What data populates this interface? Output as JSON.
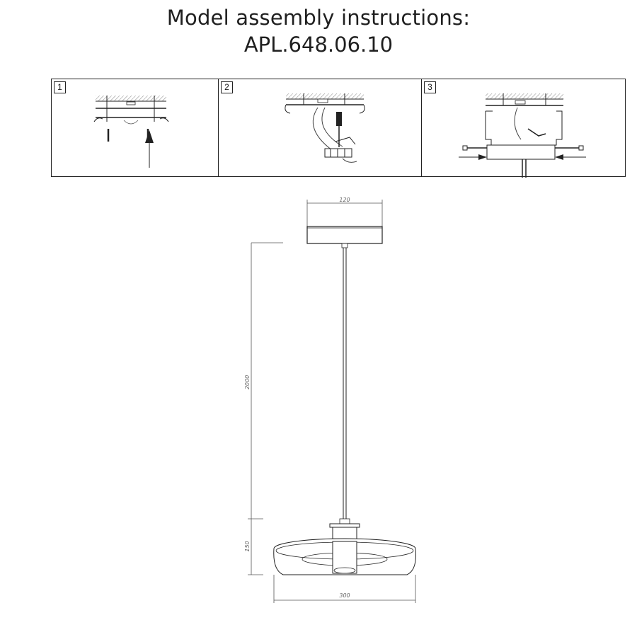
{
  "header": {
    "title": "Model assembly instructions:",
    "model": "APL.648.06.10"
  },
  "steps": [
    {
      "number": "1"
    },
    {
      "number": "2"
    },
    {
      "number": "3"
    }
  ],
  "drawing": {
    "dim_canopy_width": "120",
    "dim_cable_length": "2000",
    "dim_shade_height": "150",
    "dim_shade_diameter": "300"
  }
}
